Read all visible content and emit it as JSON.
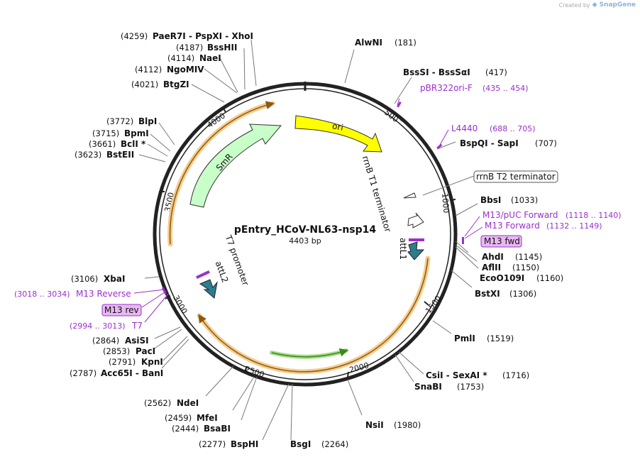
{
  "credit": {
    "prefix": "Created by",
    "brand": "SnapGene"
  },
  "plasmid": {
    "name": "pEntry_HCoV-NL63-nsp14",
    "length": "4403 bp"
  },
  "ticks": [
    "500",
    "1000",
    "1500",
    "2000",
    "2500",
    "3000",
    "3500",
    "4000"
  ],
  "features": {
    "ori": "ori",
    "smr": "SmR",
    "rrnb_t1": "rrnB T1 terminator",
    "rrnb_t2": "rrnB T2 terminator",
    "attl1": "attL1",
    "attl2": "attL2",
    "t7_promoter": "T7 promoter",
    "m13_fwd": "M13 fwd",
    "m13_rev": "M13 rev"
  },
  "sites_right": [
    {
      "name": "AlwNI",
      "pos": "(181)"
    },
    {
      "name": "BssSI  -  BssSαI",
      "pos": "(417)"
    },
    {
      "name": "BspQI  -  SapI",
      "pos": "(707)"
    },
    {
      "name": "BbsI",
      "pos": "(1033)"
    },
    {
      "name": "AhdI",
      "pos": "(1145)"
    },
    {
      "name": "AflII",
      "pos": "(1150)"
    },
    {
      "name": "EcoO109I",
      "pos": "(1160)"
    },
    {
      "name": "BstXI",
      "pos": "(1306)"
    },
    {
      "name": "PmlI",
      "pos": "(1519)"
    },
    {
      "name": "CsiI  -  SexAI *",
      "pos": "(1716)"
    },
    {
      "name": "SnaBI",
      "pos": "(1753)"
    },
    {
      "name": "NsiI",
      "pos": "(1980)"
    }
  ],
  "sites_bottom": [
    {
      "name": "BsgI",
      "pos": "(2264)"
    },
    {
      "name": "BspHI",
      "pos": "(2277)"
    },
    {
      "name": "BsaBI",
      "pos": "(2444)"
    },
    {
      "name": "MfeI",
      "pos": "(2459)"
    },
    {
      "name": "NdeI",
      "pos": "(2562)"
    }
  ],
  "sites_left": [
    {
      "name": "Acc65I  -  BanI",
      "pos": "(2787)"
    },
    {
      "name": "KpnI",
      "pos": "(2791)"
    },
    {
      "name": "PacI",
      "pos": "(2853)"
    },
    {
      "name": "AsiSI",
      "pos": "(2864)"
    },
    {
      "name": "XbaI",
      "pos": "(3106)"
    },
    {
      "name": "BstEII",
      "pos": "(3623)"
    },
    {
      "name": "BclI *",
      "pos": "(3661)"
    },
    {
      "name": "BpmI",
      "pos": "(3715)"
    },
    {
      "name": "BlpI",
      "pos": "(3772)"
    },
    {
      "name": "BtgZI",
      "pos": "(4021)"
    },
    {
      "name": "NgoMIV",
      "pos": "(4112)"
    },
    {
      "name": "NaeI",
      "pos": "(4114)"
    },
    {
      "name": "BssHII",
      "pos": "(4187)"
    },
    {
      "name": "PaeR7I  -  PspXI  -  XhoI",
      "pos": "(4259)"
    }
  ],
  "primers": [
    {
      "name": "pBR322ori-F",
      "range": "(435 .. 454)"
    },
    {
      "name": "L4440",
      "range": "(688 .. 705)"
    },
    {
      "name": "M13/pUC Forward",
      "range": "(1118 .. 1140)"
    },
    {
      "name": "M13 Forward",
      "range": "(1132 .. 1149)"
    },
    {
      "name": "M13 Reverse",
      "range": "(3018 .. 3034)"
    },
    {
      "name": "T7",
      "range": "(2994 .. 3013)"
    }
  ],
  "colors": {
    "ori": "#ffff00",
    "smr": "#c8ffc8",
    "att": "#2d7d8c",
    "orange_halo": "#f6cc8c",
    "orf_line": "#8a5a12",
    "green_arrow": "#3a8a1a",
    "primer": "#9b2fd0",
    "primer_box": "#e8b8f0"
  }
}
